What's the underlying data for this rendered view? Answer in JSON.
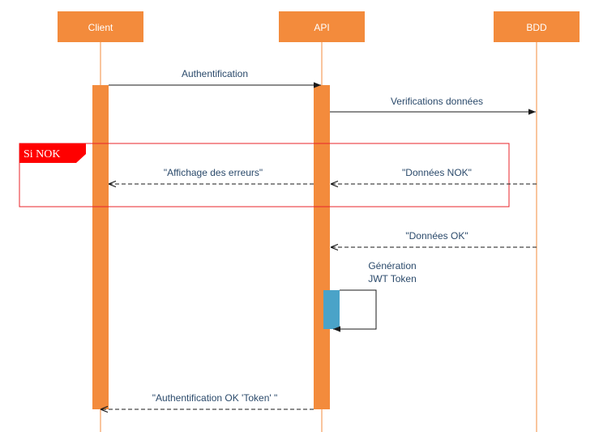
{
  "colors": {
    "participant_fill": "#f38b3c",
    "activation_fill": "#f38b3c",
    "self_activation_fill": "#4aa3c8",
    "frame_stroke": "#e8232a",
    "frame_label_fill": "#ff0000",
    "message_text": "#2b4a6b",
    "arrow": "#1a1a1a"
  },
  "participants": [
    {
      "id": "client",
      "label": "Client"
    },
    {
      "id": "api",
      "label": "API"
    },
    {
      "id": "bdd",
      "label": "BDD"
    }
  ],
  "frame": {
    "label": "Si NOK"
  },
  "messages": [
    {
      "id": "authentification",
      "from": "Client",
      "to": "API",
      "style": "solid",
      "label": "Authentification"
    },
    {
      "id": "verifications",
      "from": "API",
      "to": "BDD",
      "style": "solid",
      "label": "Verifications données"
    },
    {
      "id": "donnees-nok",
      "from": "BDD",
      "to": "API",
      "style": "dashed",
      "label": "\"Données NOK\""
    },
    {
      "id": "affichage-erreurs",
      "from": "API",
      "to": "Client",
      "style": "dashed",
      "label": "\"Affichage des erreurs\""
    },
    {
      "id": "donnees-ok",
      "from": "BDD",
      "to": "API",
      "style": "dashed",
      "label": "\"Données OK\""
    },
    {
      "id": "generation",
      "from": "API",
      "to": "API",
      "style": "solid",
      "label_lines": [
        "Génération",
        "JWT Token"
      ]
    },
    {
      "id": "auth-ok-token",
      "from": "API",
      "to": "Client",
      "style": "dashed",
      "label": "\"Authentification OK 'Token' \""
    }
  ]
}
